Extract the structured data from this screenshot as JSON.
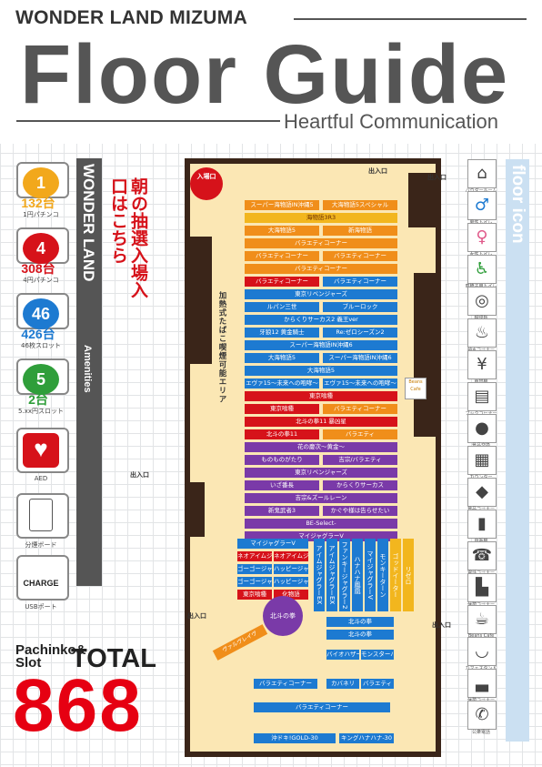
{
  "header": {
    "brand": "WONDER LAND MIZUMA",
    "title": "Floor Guide",
    "subtitle": "Heartful Communication"
  },
  "left_panel": {
    "vertical_title": "WONDER LAND",
    "vertical_sub": "Amenities",
    "items": [
      {
        "badge": "1",
        "count": "132台",
        "label": "1円パチンコ",
        "color": "#f2a81c"
      },
      {
        "badge": "4",
        "count": "308台",
        "label": "4円パチンコ",
        "color": "#d6121a"
      },
      {
        "badge": "46",
        "count": "426台",
        "label": "46枚スロット",
        "color": "#1d7ad1"
      },
      {
        "badge": "5",
        "count": "2台",
        "label": "5.xx円スロット",
        "color": "#2f9e3a"
      },
      {
        "badge": "",
        "count": "",
        "label": "AED",
        "color": "#d6121a"
      },
      {
        "badge": "",
        "count": "",
        "label": "分煙ボード",
        "color": "#666666"
      },
      {
        "badge": "CHARGE",
        "count": "",
        "label": "USBポート",
        "color": "#222222"
      }
    ]
  },
  "right_panel": {
    "vertical_title": "floor icon",
    "items": [
      {
        "icon": "washroom-icon",
        "label": "パウダールーム"
      },
      {
        "icon": "mens-restroom-icon",
        "label": "男性トイレ"
      },
      {
        "icon": "womens-restroom-icon",
        "label": "女性トイレ"
      },
      {
        "icon": "wheelchair-icon",
        "label": "車椅子用トイレ"
      },
      {
        "icon": "ashtray-icon",
        "label": "喫煙所"
      },
      {
        "icon": "drinks-icon",
        "label": "給水コーナー"
      },
      {
        "icon": "atm-icon",
        "label": "両替機"
      },
      {
        "icon": "book-icon",
        "label": "ブックコーナー"
      },
      {
        "icon": "coin-icon",
        "label": "景品交換"
      },
      {
        "icon": "counter-icon",
        "label": "カウンター"
      },
      {
        "icon": "gift-icon",
        "label": "景品コーナー"
      },
      {
        "icon": "locker-icon",
        "label": "自販機"
      },
      {
        "icon": "phone-icon",
        "label": "電話コーナー"
      },
      {
        "icon": "chair-icon",
        "label": "休憩コーナー"
      },
      {
        "icon": "cafe-icon",
        "label": "Beans Cafe"
      },
      {
        "icon": "cup-icon",
        "label": "カフェスタンド"
      },
      {
        "icon": "sofa-icon",
        "label": "休憩コーナー"
      },
      {
        "icon": "handset-icon",
        "label": "公衆電話"
      }
    ]
  },
  "map": {
    "entrance_label": "入場口",
    "slogan": "朝の抽選入場入口はこちら",
    "smoking_area": "加熱式たばこ喫煙可能エリア",
    "exit_label": "出入口",
    "beans_cafe": "Beans Cafe",
    "rows_top": [
      {
        "text": "スーパー海物語IN沖縄5",
        "c": "o"
      },
      {
        "text": "大海物語5スペシャル",
        "c": "o"
      },
      {
        "text": "海物語3R3",
        "c": "y"
      },
      {
        "text": "大海物語5",
        "c": "o"
      },
      {
        "text": "新海物語",
        "c": "o"
      },
      {
        "text": "バラエティコーナー",
        "c": "o"
      },
      {
        "text": "バラエティコーナー",
        "c": "o"
      },
      {
        "text": "バラエティコーナー",
        "c": "o"
      },
      {
        "text": "バラエティコーナー",
        "c": "o"
      },
      {
        "text": "バラエティコーナー",
        "c": "r"
      },
      {
        "text": "バラエティコーナー",
        "c": "b"
      },
      {
        "text": "東京リベンジャーズ",
        "c": "b"
      },
      {
        "text": "ルパン三世",
        "c": "b"
      },
      {
        "text": "ブルーロック",
        "c": "b"
      },
      {
        "text": "からくりサーカス2 義王ver",
        "c": "b"
      },
      {
        "text": "牙狼12 黄金騎士",
        "c": "b"
      },
      {
        "text": "Re:ゼロシーズン2",
        "c": "b"
      },
      {
        "text": "スーパー海物語IN沖縄6",
        "c": "b"
      },
      {
        "text": "大海物語5",
        "c": "b"
      },
      {
        "text": "スーパー海物語IN沖縄6",
        "c": "b"
      },
      {
        "text": "大海物語5",
        "c": "b"
      },
      {
        "text": "エヴァ15〜未来への咆哮〜",
        "c": "b"
      },
      {
        "text": "エヴァ15〜未来への咆哮〜",
        "c": "b"
      },
      {
        "text": "東京喰種",
        "c": "r"
      },
      {
        "text": "東京喰種",
        "c": "r"
      },
      {
        "text": "バラエティコーナー",
        "c": "o"
      },
      {
        "text": "北斗の拳11 暴凶星",
        "c": "r"
      },
      {
        "text": "北斗の拳11",
        "c": "r"
      },
      {
        "text": "バラエティ",
        "c": "o"
      },
      {
        "text": "花の慶次〜黄金〜",
        "c": "p"
      },
      {
        "text": "ものものがたり",
        "c": "p"
      },
      {
        "text": "吉宗/バラエティ",
        "c": "p"
      },
      {
        "text": "東京リベンジャーズ",
        "c": "p"
      },
      {
        "text": "いざ番長",
        "c": "p"
      },
      {
        "text": "からくりサーカス",
        "c": "p"
      },
      {
        "text": "吉宗&ズールレーン",
        "c": "p"
      },
      {
        "text": "新鬼武者3",
        "c": "p"
      },
      {
        "text": "かぐや様は告らせたい",
        "c": "p"
      },
      {
        "text": "BE-Select-",
        "c": "p"
      },
      {
        "text": "マイジャグラーV",
        "c": "p"
      }
    ],
    "rows_bottom": [
      {
        "text": "マイジャグラーV",
        "c": "b"
      },
      {
        "text": "ネオアイムジャグラーEX",
        "c": "r"
      },
      {
        "text": "ネオアイムジャグラーEX",
        "c": "r"
      },
      {
        "text": "ゴーゴージャグラー3",
        "c": "b"
      },
      {
        "text": "ハッピージャグラーV III",
        "c": "b"
      },
      {
        "text": "ゴーゴージャグラー3",
        "c": "b"
      },
      {
        "text": "ハッピージャグラーV III",
        "c": "b"
      },
      {
        "text": "東京喰種",
        "c": "r"
      },
      {
        "text": "化物語",
        "c": "r"
      },
      {
        "text": "北斗の拳",
        "c": "p"
      },
      {
        "text": "北斗の拳",
        "c": "b"
      },
      {
        "text": "北斗の拳",
        "c": "b"
      },
      {
        "text": "バイオハザード",
        "c": "b"
      },
      {
        "text": "モンスターハンター",
        "c": "b"
      },
      {
        "text": "バラエティコーナー",
        "c": "b"
      },
      {
        "text": "カバネリ",
        "c": "b"
      },
      {
        "text": "バラエティ",
        "c": "b"
      },
      {
        "text": "バラエティコーナー",
        "c": "b"
      },
      {
        "text": "沖ドキ!GOLD-30",
        "c": "b"
      },
      {
        "text": "キングハナハナ-30",
        "c": "b"
      }
    ],
    "curve_label": "ヴァルヴレイヴ",
    "column_labels": [
      "アイムジャグラーEX",
      "アイムジャグラーEX",
      "ファンキージャグラー2",
      "ハナハナ鳳凰",
      "マイジャグラーV",
      "モンキーターン",
      "ゴッドイーター",
      "リゼロ"
    ]
  },
  "footer": {
    "pachinko_slot": "Pachinko& Slot",
    "total_label": "TOTAL",
    "total": "868"
  }
}
